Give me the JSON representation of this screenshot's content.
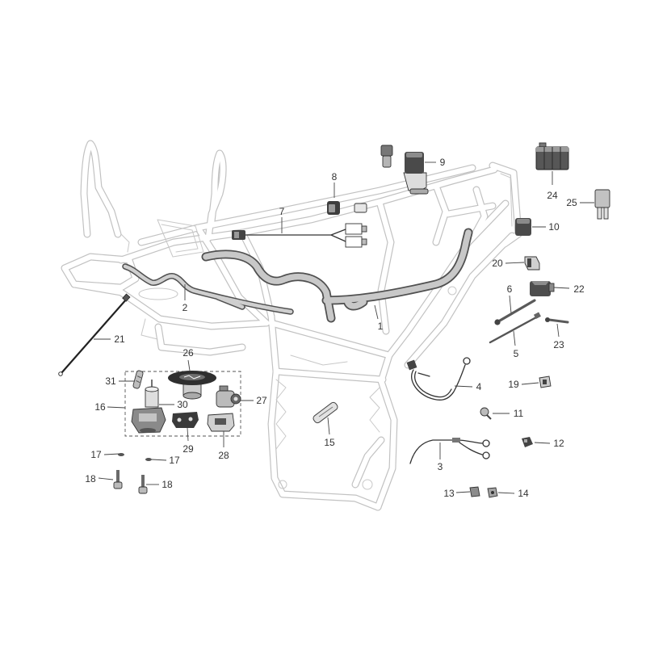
{
  "callouts": {
    "p1": "1",
    "p2": "2",
    "p3": "3",
    "p4": "4",
    "p5": "5",
    "p6": "6",
    "p7": "7",
    "p8": "8",
    "p9": "9",
    "p10": "10",
    "p11": "11",
    "p12": "12",
    "p13": "13",
    "p14": "14",
    "p15": "15",
    "p16": "16",
    "p17_left": "17",
    "p17_right": "17",
    "p18_left": "18",
    "p18_right": "18",
    "p19": "19",
    "p20": "20",
    "p21": "21",
    "p22": "22",
    "p23": "23",
    "p24": "24",
    "p25": "25",
    "p26": "26",
    "p27": "27",
    "p28": "28",
    "p29": "29",
    "p30": "30",
    "p31": "31"
  },
  "colors": {
    "frame": "#c2c2c2",
    "harness": "#505050",
    "part_dark": "#4a4a4a",
    "label": "#333333"
  }
}
